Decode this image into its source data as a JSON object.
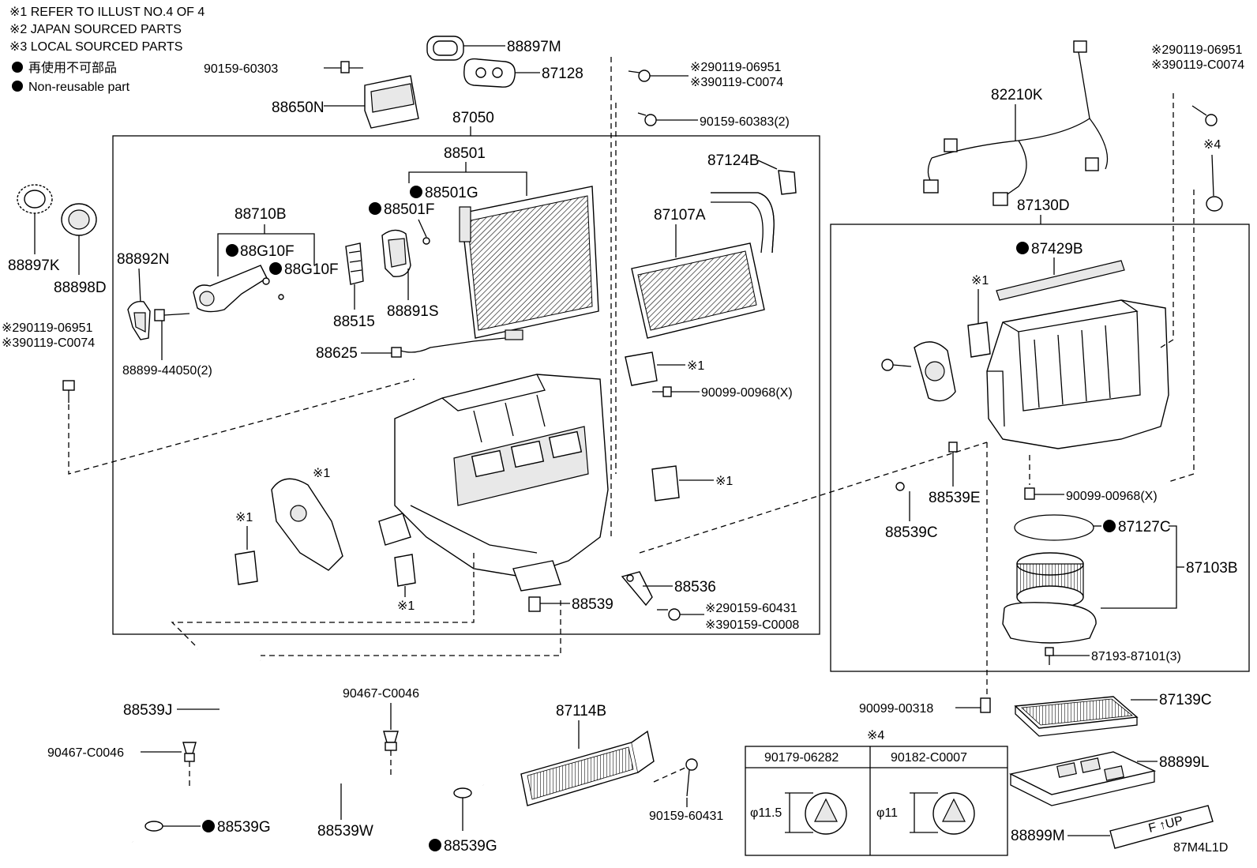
{
  "notes": [
    {
      "text": "※1 REFER TO ILLUST NO.4 OF 4"
    },
    {
      "text": "※2 JAPAN SOURCED PARTS"
    },
    {
      "text": "※3 LOCAL SOURCED PARTS"
    },
    {
      "text": "再使用不可部品"
    },
    {
      "text": "Non-reusable part"
    }
  ],
  "labels": {
    "p88897M": "88897M",
    "p87128": "87128",
    "p9015960303": "90159-60303",
    "p88650N": "88650N",
    "p87050": "87050",
    "p88501": "88501",
    "p88501G": "88501G",
    "p88501F": "88501F",
    "p88710B": "88710B",
    "p88G10F_a": "88G10F",
    "p88G10F_b": "88G10F",
    "p88892N": "88892N",
    "p88515": "88515",
    "p88891S": "88891S",
    "p88897K": "88897K",
    "p88898D": "88898D",
    "p290119_left": "※290119-06951",
    "p390119_left": "※390119-C0074",
    "p8889944050": "88899-44050(2)",
    "p88625": "88625",
    "p290119_mid": "※290119-06951",
    "p390119_mid": "※390119-C0074",
    "p9015960383": "90159-60383(2)",
    "p87124B": "87124B",
    "p87107A": "87107A",
    "ref1_a": "※1",
    "p9009900968_a": "90099-00968(X)",
    "ref1_b": "※1",
    "ref1_c": "※1",
    "ref1_d": "※1",
    "ref1_e": "※1",
    "p88536": "88536",
    "p88539": "88539",
    "p290159": "※290159-60431",
    "p390159": "※390159-C0008",
    "p82210K": "82210K",
    "p87130D": "87130D",
    "p87429B": "87429B",
    "ref1_f": "※1",
    "p290119_right": "※290119-06951",
    "p390119_right": "※390119-C0074",
    "ref4_a": "※4",
    "p88539E": "88539E",
    "p88539C": "88539C",
    "p9009900968_b": "90099-00968(X)",
    "p87127C": "87127C",
    "p87103B": "87103B",
    "p8719387101": "87193-87101(3)",
    "p88539J": "88539J",
    "p90467_a": "90467-C0046",
    "p90467_b": "90467-C0046",
    "p88539G_a": "88539G",
    "p88539W": "88539W",
    "p88539G_b": "88539G",
    "p87114B": "87114B",
    "p9015960431": "90159-60431",
    "ref4_b": "※4",
    "t9017906282": "90179-06282",
    "t90182C0007": "90182-C0007",
    "phi115": "φ11.5",
    "phi11": "φ11",
    "p9009900318": "90099-00318",
    "p87139C": "87139C",
    "p88899L": "88899L",
    "p88899M": "88899M",
    "fup": "F ↑UP",
    "code": "87M4L1D"
  }
}
